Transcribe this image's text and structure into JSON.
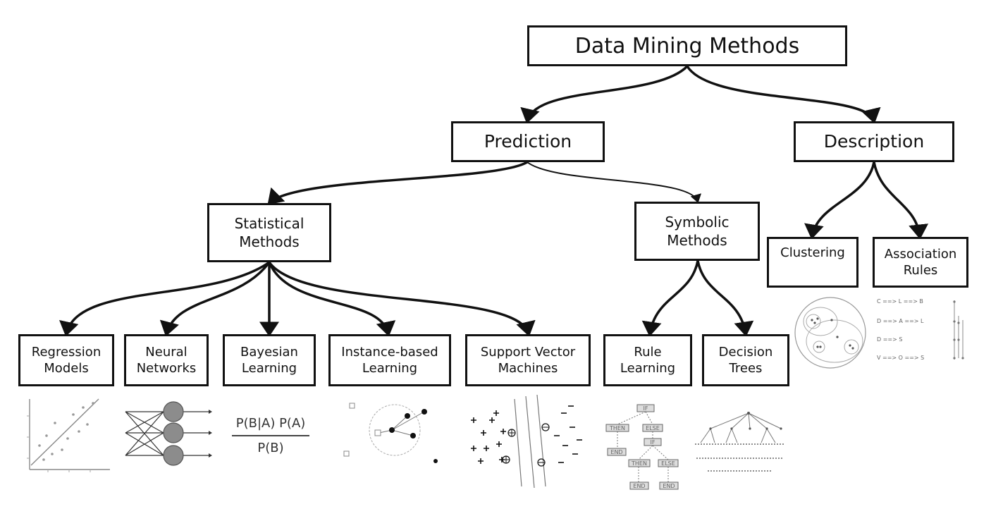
{
  "root": "Data Mining Methods",
  "prediction": "Prediction",
  "description": "Description",
  "statistical": "Statistical\nMethods",
  "symbolic": "Symbolic\nMethods",
  "clustering": "Clustering",
  "association": "Association\nRules",
  "regression": "Regression\nModels",
  "neural": "Neural\nNetworks",
  "bayesian": "Bayesian\nLearning",
  "instance": "Instance-based\nLearning",
  "svm": "Support Vector\nMachines",
  "rule": "Rule\nLearning",
  "decision": "Decision\nTrees",
  "bayes_formula": {
    "numerator": "P(B|A) P(A)",
    "denominator": "P(B)"
  },
  "rule_tree_labels": {
    "if": "IF",
    "then": "THEN",
    "else": "ELSE",
    "end": "END"
  },
  "association_rules": [
    "C ==> L ==> B",
    "D ==> A ==> L",
    "D ==> S",
    "V ==> O ==> S"
  ]
}
